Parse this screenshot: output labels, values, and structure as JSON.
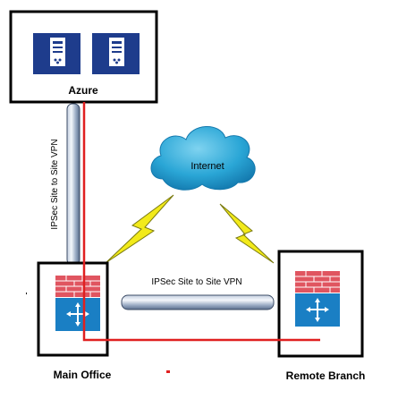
{
  "nodes": {
    "azure": {
      "label": "Azure",
      "icons": [
        "server-icon",
        "server-icon"
      ]
    },
    "cloud": {
      "label": "Internet"
    },
    "main_office": {
      "label": "Main Office",
      "icon": "firewall-router-icon"
    },
    "remote_branch": {
      "label": "Remote Branch",
      "icon": "firewall-router-icon"
    }
  },
  "connections": {
    "vertical_tunnel": {
      "label": "IPSec Site to Site VPN"
    },
    "horizontal_tunnel": {
      "label": "IPSec Site to Site VPN"
    },
    "internet_links": [
      "lightning-bolt-icon",
      "lightning-bolt-icon"
    ],
    "direct_path": {
      "color": "#e02020"
    }
  },
  "colors": {
    "server_bg": "#1e3c8c",
    "cloud": "#2aa6d6",
    "firewall": "#e05560",
    "router": "#1a7fc4",
    "lightning": "#f2ea1a",
    "path": "#e02020"
  }
}
